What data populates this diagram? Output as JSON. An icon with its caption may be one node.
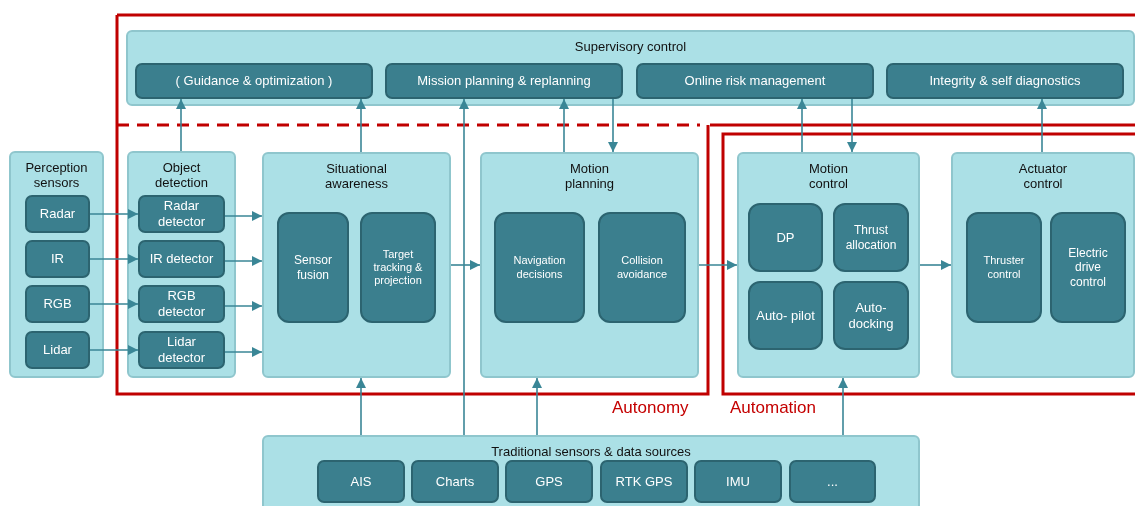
{
  "diagram": {
    "nodes": [
      {
        "text": [
          "Supervisory control"
        ]
      },
      {
        "text": [
          "( Guidance & optimization )"
        ],
        "in": 0
      },
      {
        "text": [
          "Mission planning & replanning"
        ],
        "in": 0
      },
      {
        "text": [
          "Online risk management"
        ],
        "in": 0
      },
      {
        "text": [
          "Integrity & self diagnostics"
        ],
        "in": 0
      },
      {
        "text": [
          "Perception sensors"
        ]
      },
      {
        "text": [
          "Radar"
        ],
        "in": 5
      },
      {
        "text": [
          "IR"
        ],
        "in": 5
      },
      {
        "text": [
          "RGB"
        ],
        "in": 5
      },
      {
        "text": [
          "Lidar"
        ],
        "in": 5
      },
      {
        "text": [
          "Object detection"
        ]
      },
      {
        "text": [
          "Radar detector"
        ],
        "in": 10
      },
      {
        "text": [
          "IR detector"
        ],
        "in": 10
      },
      {
        "text": [
          "RGB detector"
        ],
        "in": 10
      },
      {
        "text": [
          "Lidar detector"
        ],
        "in": 10
      },
      {
        "text": [
          "Situational awareness"
        ]
      },
      {
        "text": [
          "Sensor fusion"
        ],
        "in": 15
      },
      {
        "text": [
          "Target tracking & projection"
        ],
        "in": 15
      },
      {
        "text": [
          "Motion planning"
        ]
      },
      {
        "text": [
          "Navigation decisions"
        ],
        "in": 18
      },
      {
        "text": [
          "Collision avoidance"
        ],
        "in": 18
      },
      {
        "text": [
          "Motion control"
        ]
      },
      {
        "text": [
          "DP"
        ],
        "in": 21
      },
      {
        "text": [
          "Thrust allocation"
        ],
        "in": 21
      },
      {
        "text": [
          "Auto- pilot"
        ],
        "in": 21
      },
      {
        "text": [
          "Auto- docking"
        ],
        "in": 21
      },
      {
        "text": [
          "Actuator control"
        ]
      },
      {
        "text": [
          "Thruster control"
        ],
        "in": 26
      },
      {
        "text": [
          "Electric drive control"
        ],
        "in": 26
      },
      {
        "text": [
          "Traditional sensors & data sources"
        ]
      },
      {
        "text": [
          "AIS"
        ],
        "in": 29
      },
      {
        "text": [
          "Charts"
        ],
        "in": 29
      },
      {
        "text": [
          "GPS"
        ],
        "in": 29
      },
      {
        "text": [
          "RTK GPS"
        ],
        "in": 29
      },
      {
        "text": [
          "IMU"
        ],
        "in": 29
      },
      {
        "text": [
          "..."
        ],
        "in": 29
      }
    ],
    "edges": [
      {
        "from": 6,
        "to": 11,
        "arrow": "to"
      },
      {
        "from": 7,
        "to": 12,
        "arrow": "to"
      },
      {
        "from": 8,
        "to": 13,
        "arrow": "to"
      },
      {
        "from": 9,
        "to": 14,
        "arrow": "to"
      },
      {
        "from": 11,
        "to": 15,
        "arrow": "to"
      },
      {
        "from": 12,
        "to": 15,
        "arrow": "to"
      },
      {
        "from": 13,
        "to": 15,
        "arrow": "to"
      },
      {
        "from": 14,
        "to": 15,
        "arrow": "to"
      },
      {
        "from": 10,
        "to": 1,
        "arrow": "to"
      },
      {
        "from": 15,
        "to": 2,
        "arrow": "to"
      },
      {
        "from": 15,
        "to": 18,
        "arrow": "to"
      },
      {
        "from": 18,
        "to": 2,
        "arrow": "to"
      },
      {
        "from": 2,
        "to": 18,
        "arrow": "to"
      },
      {
        "from": 18,
        "to": 21,
        "arrow": "to"
      },
      {
        "from": 21,
        "to": 3,
        "arrow": "to"
      },
      {
        "from": 3,
        "to": 21,
        "arrow": "to"
      },
      {
        "from": 21,
        "to": 26,
        "arrow": "to"
      },
      {
        "from": 26,
        "to": 4,
        "arrow": "to"
      },
      {
        "from": 29,
        "to": 15,
        "arrow": "to"
      },
      {
        "from": 29,
        "to": 2,
        "arrow": "to"
      },
      {
        "from": 29,
        "to": 18,
        "arrow": "to"
      },
      {
        "from": 29,
        "to": 21,
        "arrow": "to"
      }
    ],
    "labels": [
      "Autonomy",
      "Automation"
    ]
  }
}
